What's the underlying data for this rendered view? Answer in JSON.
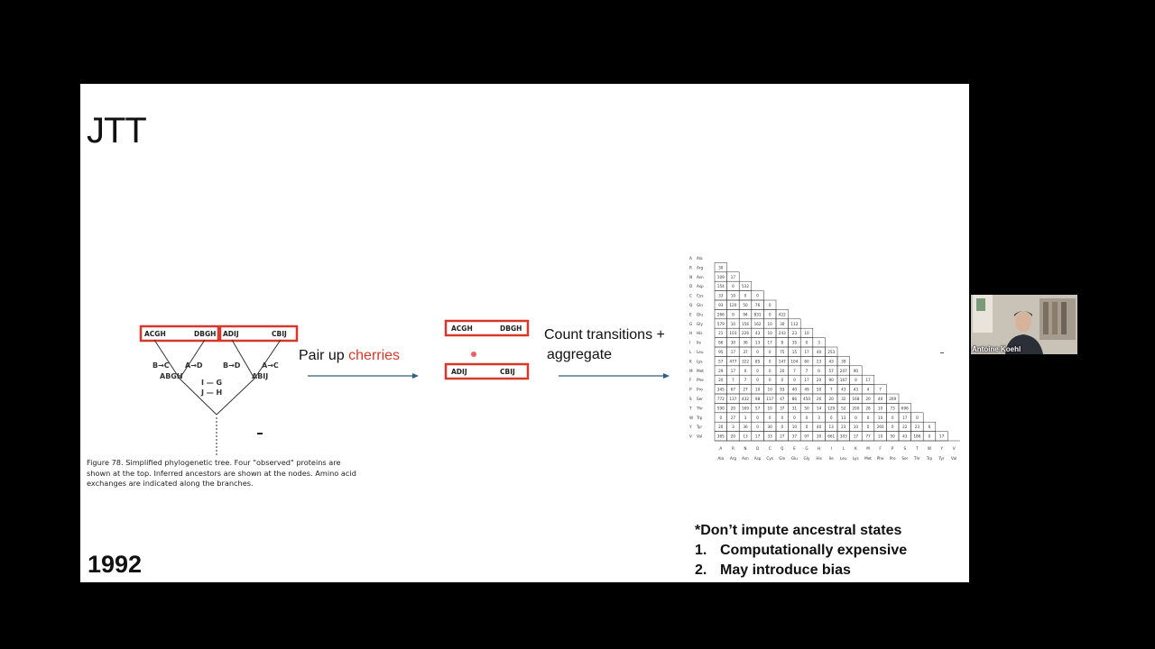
{
  "slide": {
    "title": "JTT",
    "year": "1992",
    "tree": {
      "leaves": [
        "ACGH",
        "DBGH",
        "ADIJ",
        "CBIJ"
      ],
      "left_node": {
        "left_change": "B→C",
        "right_change": "A→D",
        "ancestor": "ABGH"
      },
      "right_node": {
        "left_change": "B→D",
        "right_change": "A→C",
        "ancestor": "ABIJ"
      },
      "root_changes": [
        "I — G",
        "J — H"
      ]
    },
    "caption": "Figure 78. Simplified phylogenetic tree. Four \"observed\" proteins are shown at the top. Inferred ancestors are shown at the nodes. Amino acid exchanges are indicated along the branches.",
    "pair_label": {
      "prefix": "Pair up ",
      "highlight": "cherries"
    },
    "pairs": [
      [
        "ACGH",
        "DBGH"
      ],
      [
        "ADIJ",
        "CBIJ"
      ]
    ],
    "count_label": [
      "Count transitions +",
      "aggregate"
    ],
    "matrix": {
      "rows": [
        {
          "code": "A",
          "name": "Ala"
        },
        {
          "code": "R",
          "name": "Arg"
        },
        {
          "code": "N",
          "name": "Asn"
        },
        {
          "code": "D",
          "name": "Asp"
        },
        {
          "code": "C",
          "name": "Cys"
        },
        {
          "code": "Q",
          "name": "Gln"
        },
        {
          "code": "E",
          "name": "Glu"
        },
        {
          "code": "G",
          "name": "Gly"
        },
        {
          "code": "H",
          "name": "His"
        },
        {
          "code": "I",
          "name": "Ile"
        },
        {
          "code": "L",
          "name": "Leu"
        },
        {
          "code": "K",
          "name": "Lys"
        },
        {
          "code": "M",
          "name": "Met"
        },
        {
          "code": "F",
          "name": "Phe"
        },
        {
          "code": "P",
          "name": "Pro"
        },
        {
          "code": "S",
          "name": "Ser"
        },
        {
          "code": "T",
          "name": "Thr"
        },
        {
          "code": "W",
          "name": "Trp"
        },
        {
          "code": "Y",
          "name": "Tyr"
        },
        {
          "code": "V",
          "name": "Val"
        }
      ],
      "values": [
        [],
        [
          "30"
        ],
        [
          "109",
          "17"
        ],
        [
          "154",
          "0",
          "532"
        ],
        [
          "33",
          "10",
          "0",
          "0"
        ],
        [
          "93",
          "120",
          "50",
          "76",
          "0"
        ],
        [
          "266",
          "0",
          "94",
          "831",
          "0",
          "422"
        ],
        [
          "579",
          "10",
          "156",
          "162",
          "10",
          "30",
          "112"
        ],
        [
          "21",
          "103",
          "226",
          "43",
          "10",
          "243",
          "23",
          "10"
        ],
        [
          "66",
          "30",
          "36",
          "13",
          "17",
          "8",
          "35",
          "0",
          "3"
        ],
        [
          "95",
          "17",
          "37",
          "0",
          "0",
          "75",
          "15",
          "17",
          "40",
          "253"
        ],
        [
          "57",
          "477",
          "322",
          "85",
          "0",
          "147",
          "104",
          "60",
          "23",
          "43",
          "39"
        ],
        [
          "29",
          "17",
          "0",
          "0",
          "0",
          "20",
          "7",
          "7",
          "0",
          "57",
          "207",
          "90"
        ],
        [
          "20",
          "7",
          "7",
          "0",
          "0",
          "0",
          "0",
          "17",
          "20",
          "90",
          "167",
          "0",
          "17"
        ],
        [
          "345",
          "67",
          "27",
          "10",
          "10",
          "93",
          "40",
          "49",
          "50",
          "7",
          "43",
          "43",
          "4",
          "7"
        ],
        [
          "772",
          "137",
          "432",
          "98",
          "117",
          "47",
          "86",
          "450",
          "26",
          "20",
          "32",
          "168",
          "20",
          "40",
          "269"
        ],
        [
          "590",
          "20",
          "169",
          "57",
          "10",
          "37",
          "31",
          "50",
          "14",
          "129",
          "52",
          "200",
          "28",
          "10",
          "73",
          "696"
        ],
        [
          "0",
          "27",
          "3",
          "0",
          "0",
          "0",
          "0",
          "0",
          "3",
          "0",
          "13",
          "0",
          "0",
          "10",
          "0",
          "17",
          "0"
        ],
        [
          "20",
          "3",
          "36",
          "0",
          "30",
          "0",
          "10",
          "0",
          "40",
          "13",
          "23",
          "10",
          "0",
          "260",
          "0",
          "22",
          "23",
          "6"
        ],
        [
          "365",
          "20",
          "13",
          "17",
          "33",
          "27",
          "37",
          "97",
          "30",
          "661",
          "303",
          "17",
          "77",
          "10",
          "50",
          "43",
          "186",
          "0",
          "17"
        ]
      ]
    },
    "notes": {
      "heading": "*Don’t impute ancestral states",
      "items": [
        {
          "num": "1.",
          "text": "Computationally expensive"
        },
        {
          "num": "2.",
          "text": "May introduce bias"
        }
      ]
    }
  },
  "webcam": {
    "name": "Antoine Koehl"
  },
  "colors": {
    "accent_red": "#d6392b",
    "arrow_blue": "#2f5f7a",
    "box_red": "#d6392b"
  }
}
